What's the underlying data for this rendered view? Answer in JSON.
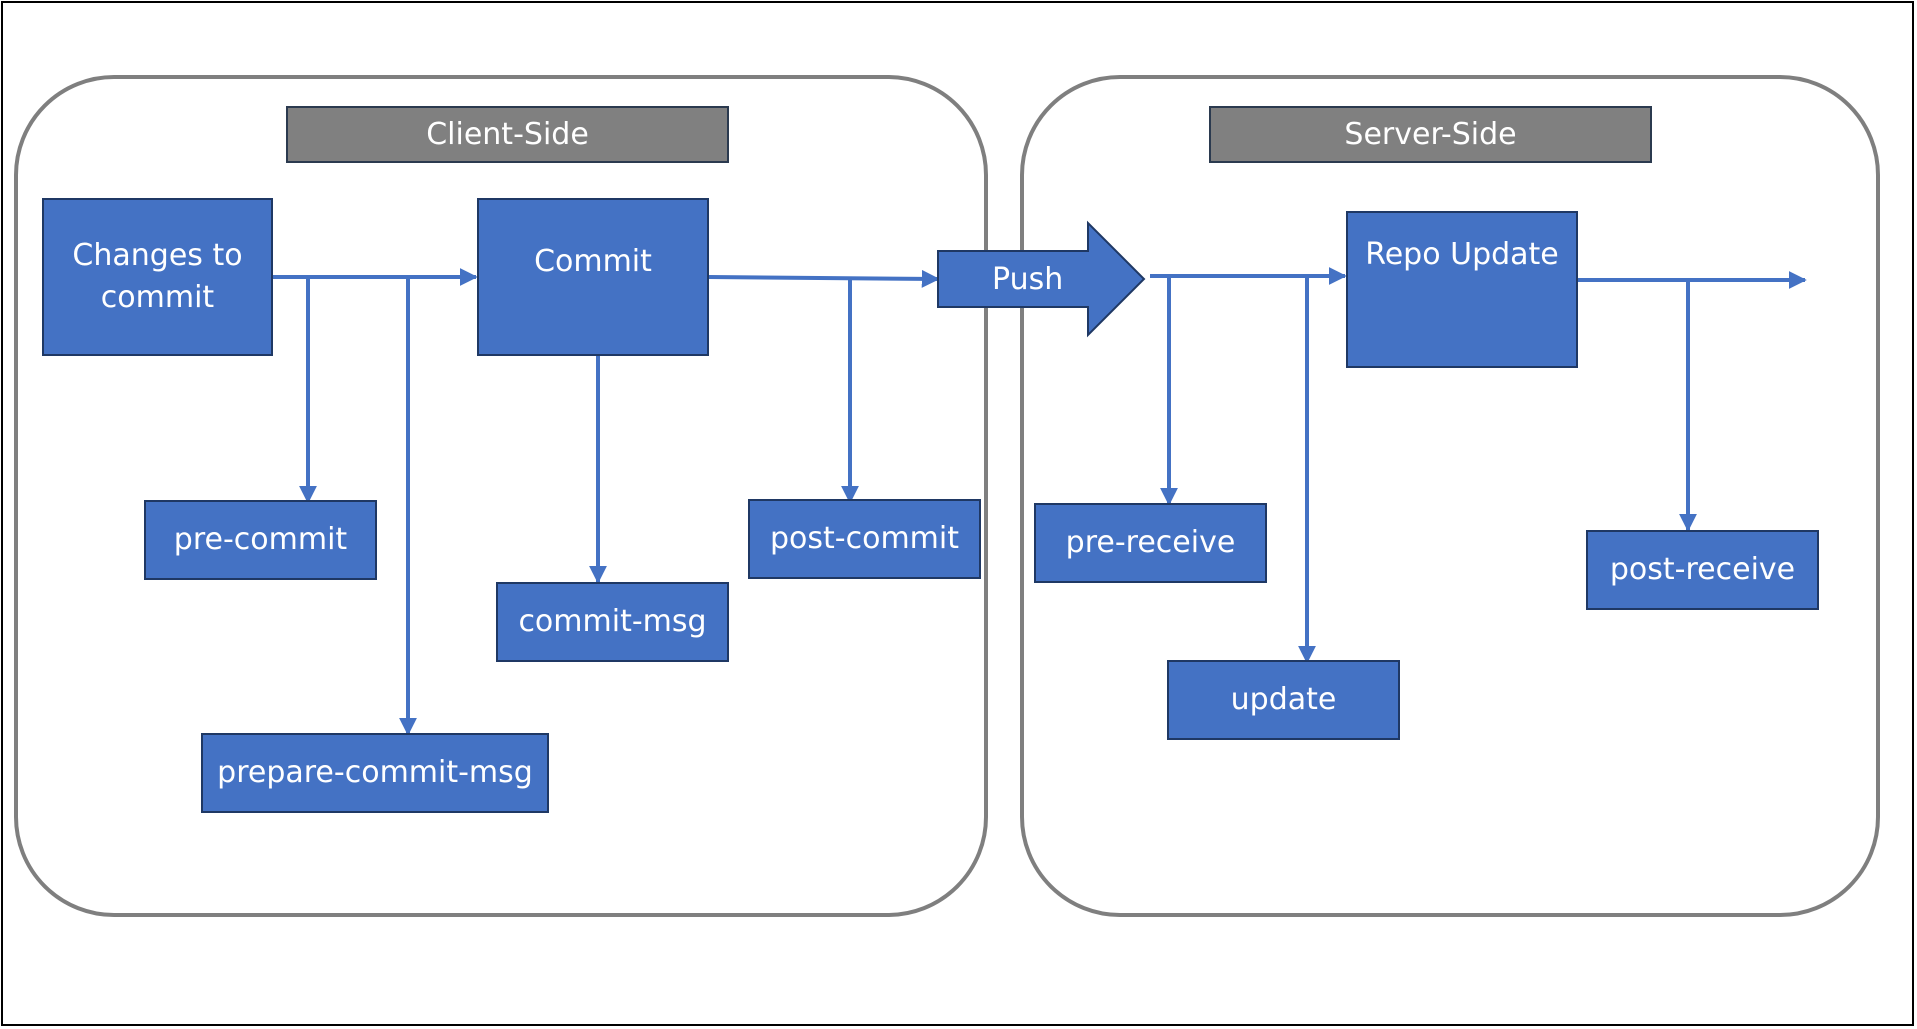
{
  "regions": {
    "client": {
      "header": "Client-Side"
    },
    "server": {
      "header": "Server-Side"
    }
  },
  "nodes": {
    "changes": "Changes to commit",
    "commit": "Commit",
    "repo_update": "Repo Update",
    "pre_commit": "pre-commit",
    "prepare_commit_msg": "prepare-commit-msg",
    "commit_msg": "commit-msg",
    "post_commit": "post-commit",
    "pre_receive": "pre-receive",
    "update": "update",
    "post_receive": "post-receive"
  },
  "push": {
    "label": "Push"
  },
  "colors": {
    "node_fill": "#4472c4",
    "node_border": "#1f3864",
    "connector": "#4472c4",
    "header_fill": "#808080",
    "region_border": "#7f7f7f"
  }
}
